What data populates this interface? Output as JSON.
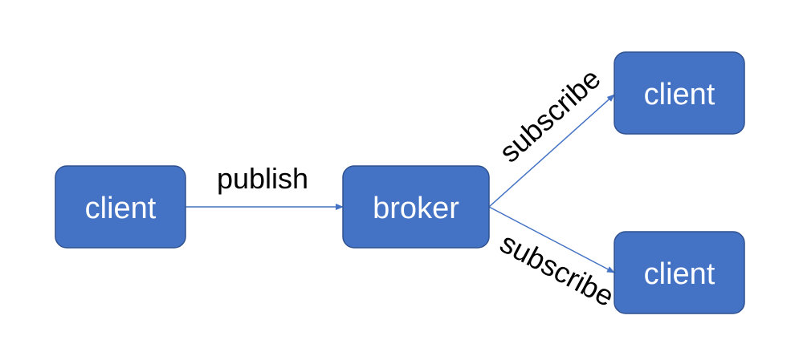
{
  "colors": {
    "node_fill": "#4472C4",
    "node_border": "#2F528F",
    "node_text": "#FFFFFF",
    "edge": "#4472C4",
    "edge_label": "#000000"
  },
  "nodes": {
    "publisher": {
      "label": "client"
    },
    "broker": {
      "label": "broker"
    },
    "subscriber_top": {
      "label": "client"
    },
    "subscriber_bottom": {
      "label": "client"
    }
  },
  "edges": {
    "publish": {
      "label": "publish",
      "from": "publisher",
      "to": "broker"
    },
    "subscribe_top": {
      "label": "subscribe",
      "from": "broker",
      "to": "subscriber_top"
    },
    "subscribe_bottom": {
      "label": "subscribe",
      "from": "broker",
      "to": "subscriber_bottom"
    }
  }
}
